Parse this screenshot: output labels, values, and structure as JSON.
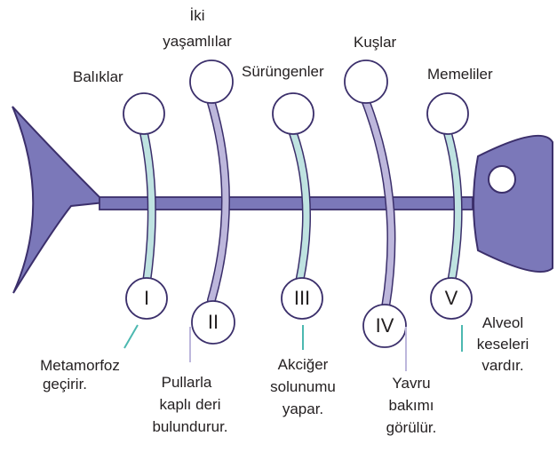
{
  "colors": {
    "fish_body": "#7b78b9",
    "outline": "#3b2f6b",
    "teal_rib": "#bfe3e1",
    "lavender_rib": "#bdb7dc",
    "connector_teal": "#4cb8b0",
    "connector_lavender": "#bdb7dc"
  },
  "top_labels": {
    "baliklar": "Balıklar",
    "iki_yasamlilar": [
      "İki",
      "yaşamlılar"
    ],
    "surungenler": "Sürüngenler",
    "kuslar": "Kuşlar",
    "memeliler": "Memeliler"
  },
  "numerals": [
    "I",
    "II",
    "III",
    "IV",
    "V"
  ],
  "statements": {
    "s1": [
      "Metamorfoz",
      "geçirir."
    ],
    "s2": [
      "Pullarla",
      "kaplı deri",
      "bulundurur."
    ],
    "s3": [
      "Akciğer",
      "solunumu",
      "yapar."
    ],
    "s4": [
      "Yavru",
      "bakımı",
      "görülür."
    ],
    "s5": [
      "Alveol",
      "keseleri",
      "vardır."
    ]
  }
}
